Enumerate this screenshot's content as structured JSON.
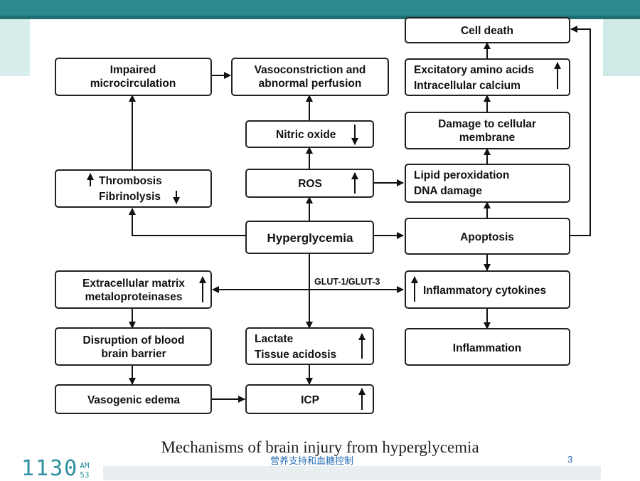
{
  "caption": "Mechanisms of brain injury from hyperglycemia",
  "footer": {
    "text": "营养支持和血糖控制",
    "page_number": "3"
  },
  "clock": {
    "time": "1130",
    "ampm": "AM",
    "seconds": "53"
  },
  "colors": {
    "accent": "#2c8a8d",
    "footer_text": "#2a6fb5"
  },
  "nodes": {
    "cell_death": {
      "lines": [
        "Cell death"
      ]
    },
    "impaired_microcirculation": {
      "lines": [
        "Impaired",
        "microcirculation"
      ]
    },
    "vasoconstriction": {
      "lines": [
        "Vasoconstriction and",
        "abnormal perfusion"
      ]
    },
    "excitatory": {
      "lines": [
        "Excitatory amino acids",
        "Intracellular calcium"
      ],
      "arrow": "up"
    },
    "nitric_oxide": {
      "lines": [
        "Nitric oxide"
      ],
      "arrow": "down"
    },
    "damage_membrane": {
      "lines": [
        "Damage to cellular",
        "membrane"
      ]
    },
    "thrombosis": {
      "lines": [
        "Thrombosis",
        "Fibrinolysis"
      ],
      "arrows": [
        "up",
        "down"
      ]
    },
    "ros": {
      "lines": [
        "ROS"
      ],
      "arrow": "up"
    },
    "lipid": {
      "lines": [
        "Lipid peroxidation",
        "DNA damage"
      ]
    },
    "hyperglycemia": {
      "lines": [
        "Hyperglycemia"
      ]
    },
    "apoptosis": {
      "lines": [
        "Apoptosis"
      ]
    },
    "ecm": {
      "lines": [
        "Extracellular matrix",
        "metaloproteinases"
      ],
      "arrow": "up"
    },
    "inflammatory": {
      "lines": [
        "Inflammatory cytokines"
      ],
      "arrow": "up"
    },
    "disruption": {
      "lines": [
        "Disruption of blood",
        "brain barrier"
      ]
    },
    "lactate": {
      "lines": [
        "Lactate",
        "Tissue acidosis"
      ],
      "arrow": "up"
    },
    "inflammation": {
      "lines": [
        "Inflammation"
      ]
    },
    "vasogenic": {
      "lines": [
        "Vasogenic edema"
      ]
    },
    "icp": {
      "lines": [
        "ICP"
      ],
      "arrow": "up"
    }
  },
  "edge_label": "GLUT-1/GLUT-3"
}
